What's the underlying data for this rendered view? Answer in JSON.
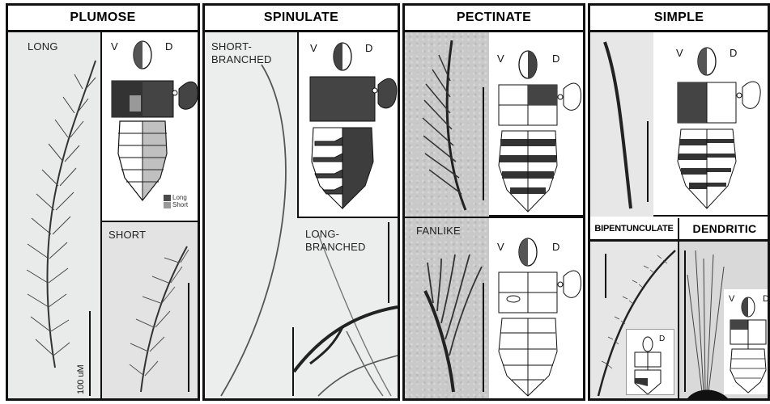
{
  "columns": {
    "plumose": "PLUMOSE",
    "spinulate": "SPINULATE",
    "pectinate": "PECTINATE",
    "simple": "SIMPLE"
  },
  "panels": {
    "long": "LONG",
    "short": "SHORT",
    "short_branched": "SHORT-\nBRANCHED",
    "long_branched": "LONG-\nBRANCHED",
    "fanlike": "FANLIKE",
    "bipentunculate": "BIPENTUNCULATE",
    "dendritic": "DENDRITIC"
  },
  "diagram_labels": {
    "ventral": "V",
    "dorsal": "D"
  },
  "legend": {
    "long": "Long",
    "short": "Short",
    "long_color": "#4a4a4a",
    "short_color": "#9a9a9a"
  },
  "scale": "100 uM"
}
